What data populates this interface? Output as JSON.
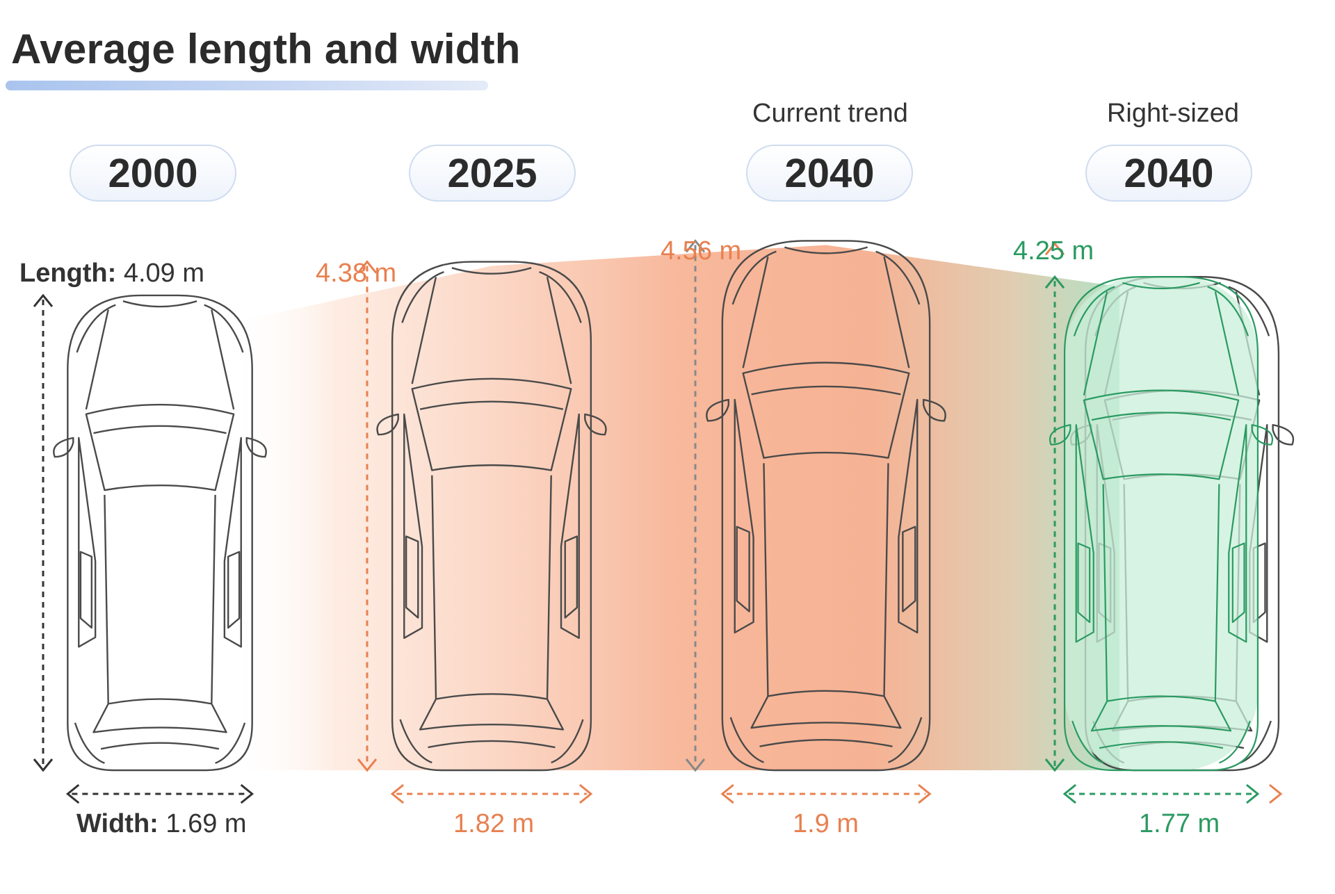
{
  "title": "Average length and width",
  "colors": {
    "dark": "#333333",
    "orange": "#e8804f",
    "green": "#2a9a62",
    "car_outline": "#4a4a4a",
    "green_fill": "#c9efd9"
  },
  "icon": "car-top-view-icon",
  "cars": [
    {
      "year": "2000",
      "scenario": "",
      "length_m": 4.09,
      "width_m": 1.69,
      "length_label": "Length:",
      "length_value": "4.09 m",
      "width_label": "Width:",
      "width_value": "1.69 m"
    },
    {
      "year": "2025",
      "scenario": "",
      "length_m": 4.38,
      "width_m": 1.82,
      "length_label": "",
      "length_value": "4.38 m",
      "width_label": "",
      "width_value": "1.82 m"
    },
    {
      "year": "2040",
      "scenario": "Current trend",
      "length_m": 4.56,
      "width_m": 1.9,
      "length_label": "",
      "length_value": "4.56 m",
      "width_label": "",
      "width_value": "1.9 m"
    },
    {
      "year": "2040",
      "scenario": "Right-sized",
      "length_m": 4.25,
      "width_m": 1.77,
      "length_label": "",
      "length_value": "4.25 m",
      "width_label": "",
      "width_value": "1.77 m"
    }
  ]
}
